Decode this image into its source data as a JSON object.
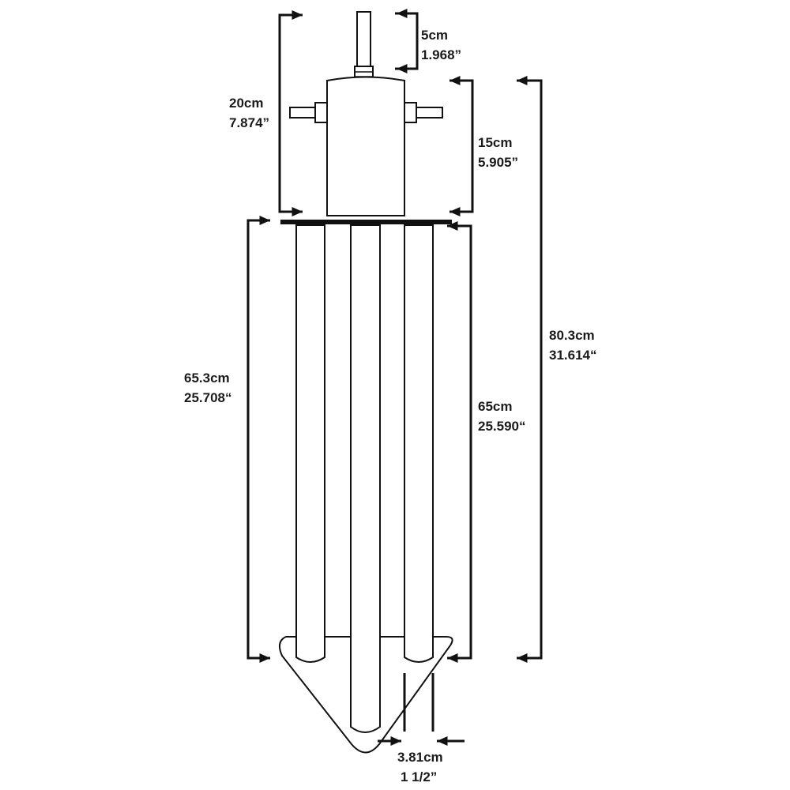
{
  "dimensions": {
    "rod_length": {
      "metric": "5cm",
      "imperial": "1.968”"
    },
    "top_height": {
      "metric": "20cm",
      "imperial": "7.874”"
    },
    "head_height": {
      "metric": "15cm",
      "imperial": "5.905”"
    },
    "overall_height": {
      "metric": "80.3cm",
      "imperial": "31.614“"
    },
    "leg_length_outer": {
      "metric": "65.3cm",
      "imperial": "25.708“"
    },
    "leg_length_inner": {
      "metric": "65cm",
      "imperial": "25.590“"
    },
    "tube_diameter": {
      "metric": "3.81cm",
      "imperial": "1 1/2”"
    }
  },
  "colors": {
    "line": "#111111",
    "fill": "#ffffff",
    "text": "#1a1a1a"
  }
}
